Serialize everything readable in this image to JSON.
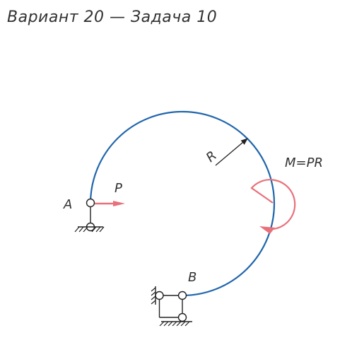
{
  "title": "Вариант 20 — Задача 10",
  "labels": {
    "point_a": "A",
    "point_b": "B",
    "force_p": "P",
    "radius_r": "R",
    "moment": "M=PR"
  },
  "colors": {
    "arc": "#2166ac",
    "load": "#e8717a",
    "support": "#222222",
    "text": "#333333"
  }
}
